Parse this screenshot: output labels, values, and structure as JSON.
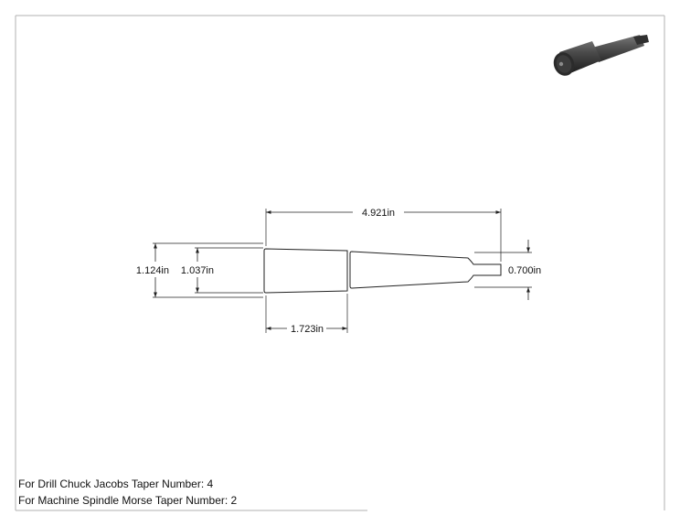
{
  "dimensions": {
    "overall_length": "4.921in",
    "outer_diameter": "1.124in",
    "inner_diameter": "1.037in",
    "tip_diameter": "0.700in",
    "body_length": "1.723in"
  },
  "notes": {
    "line1": "For Drill Chuck Jacobs Taper Number: 4",
    "line2": "For Machine Spindle Morse Taper Number: 2"
  },
  "colors": {
    "line": "#222222",
    "border": "#b0b0b0",
    "part_dark": "#3a3a3a"
  },
  "thumbnail": {
    "icon": "arbor-3d-thumbnail-icon"
  }
}
